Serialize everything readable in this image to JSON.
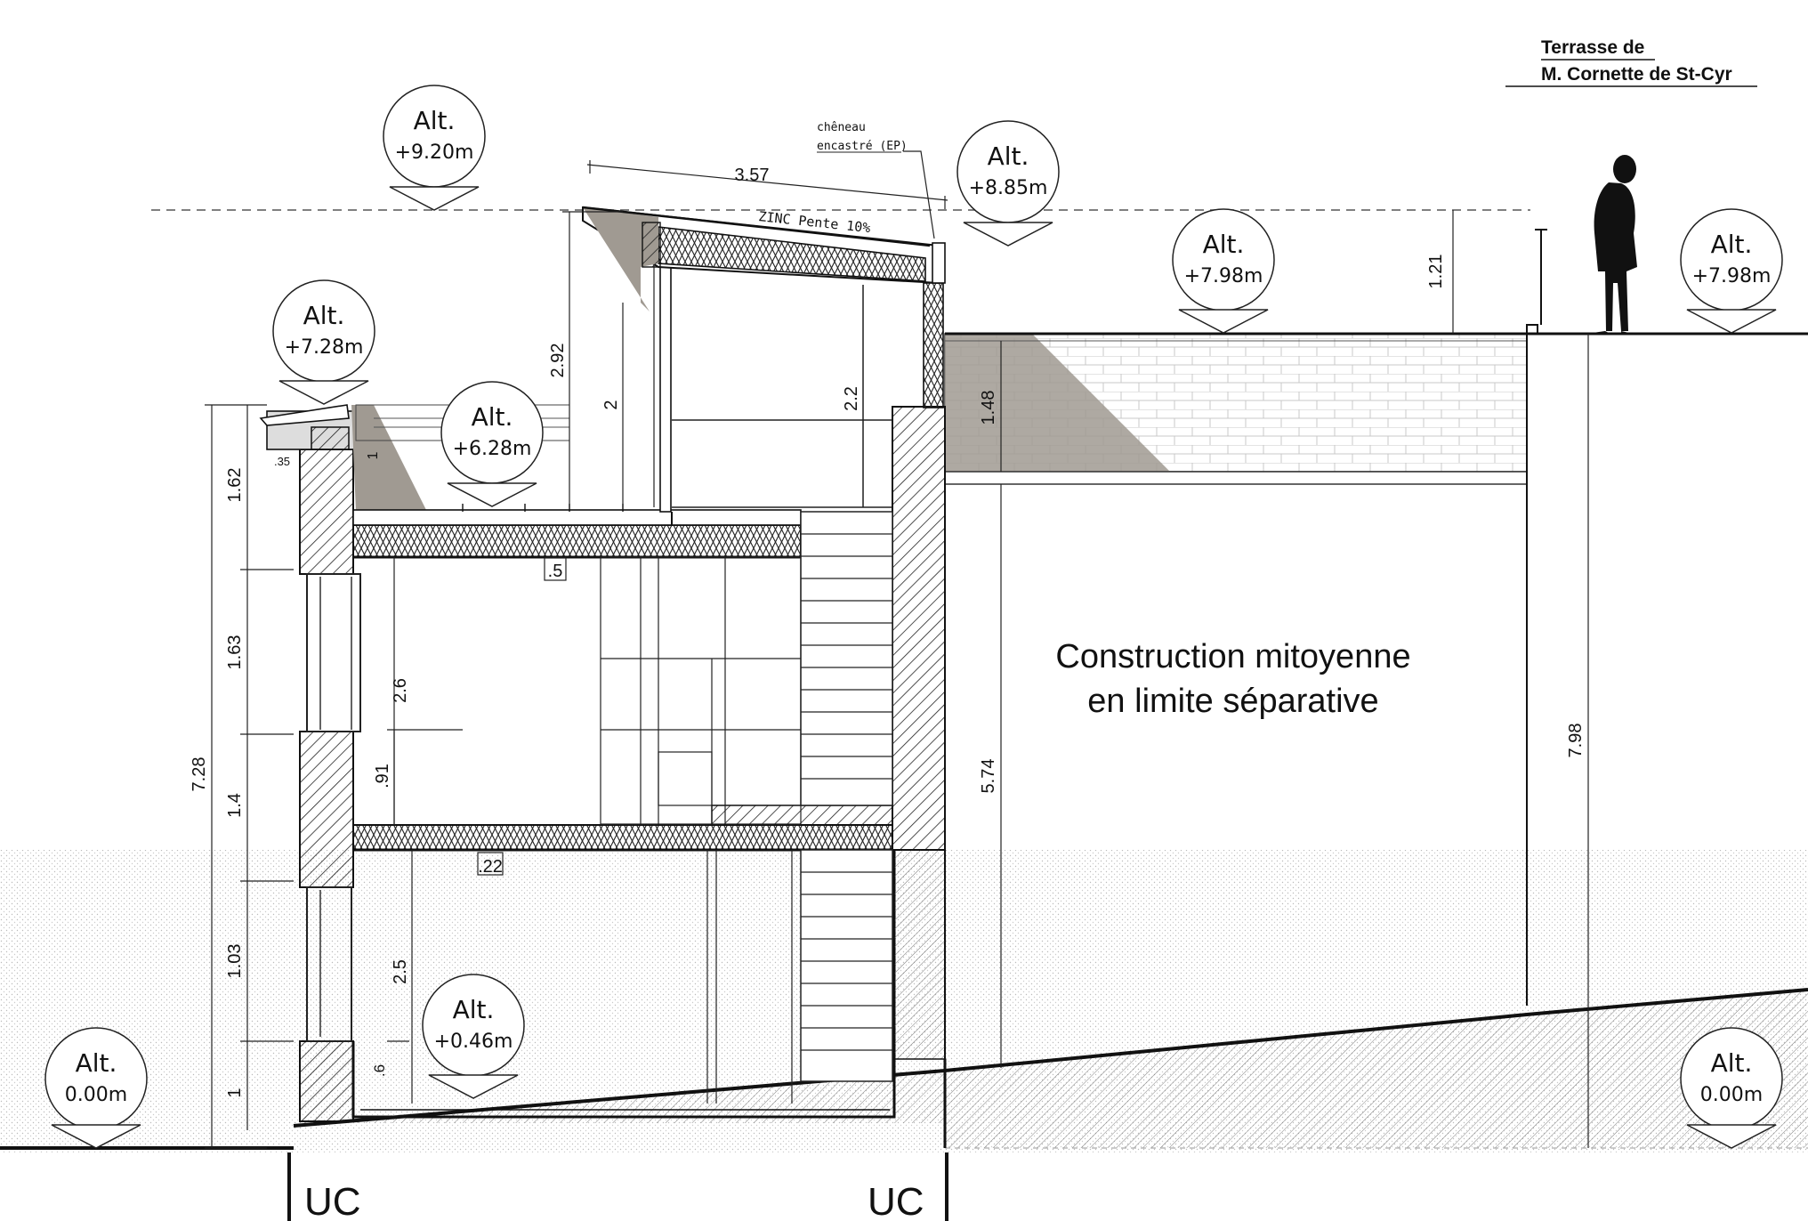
{
  "header": {
    "line1": "Terrasse de",
    "line2": "M. Cornette de St-Cyr"
  },
  "altitude_tag_word": "Alt.",
  "altitudes": [
    {
      "id": "top",
      "value": "+9.20m"
    },
    {
      "id": "ridge",
      "value": "+8.85m"
    },
    {
      "id": "terrace-left",
      "value": "+7.98m"
    },
    {
      "id": "terrace-right",
      "value": "+7.98m"
    },
    {
      "id": "roof-left",
      "value": "+7.28m"
    },
    {
      "id": "floor-upper",
      "value": "+6.28m"
    },
    {
      "id": "basement",
      "value": "+0.46m"
    },
    {
      "id": "ground-left",
      "value": "0.00m"
    },
    {
      "id": "ground-right",
      "value": "0.00m"
    }
  ],
  "annotations": {
    "gutter_line1": "chêneau",
    "gutter_line2": "encastré (EP)",
    "roof_note": "ZINC Pente 10%",
    "neighbour_line1": "Construction mitoyenne",
    "neighbour_line2": "en limite séparative",
    "zone_left": "UC",
    "zone_right": "UC"
  },
  "dimensions": {
    "roof_length": "3.57",
    "roof_height": "2.92",
    "upper_room_h1": "2",
    "upper_room_h2": "2.2",
    "parapet": "1.21",
    "terrace_slab": "1.48",
    "left_total": "7.28",
    "left_seg1": "1.62",
    "left_seg2": "1.63",
    "left_seg3": "1.4",
    "left_seg4": "1.03",
    "left_seg5": "1",
    "left_top_small": ".35",
    "left_top_small2": "1",
    "slab_upper": ".5",
    "room_height": "2.6",
    "sill": ".91",
    "slab_lower": ".22",
    "basement_height": "2.5",
    "basement_step": ".6",
    "neighbour_height": "5.74",
    "terrace_total": "7.98"
  }
}
